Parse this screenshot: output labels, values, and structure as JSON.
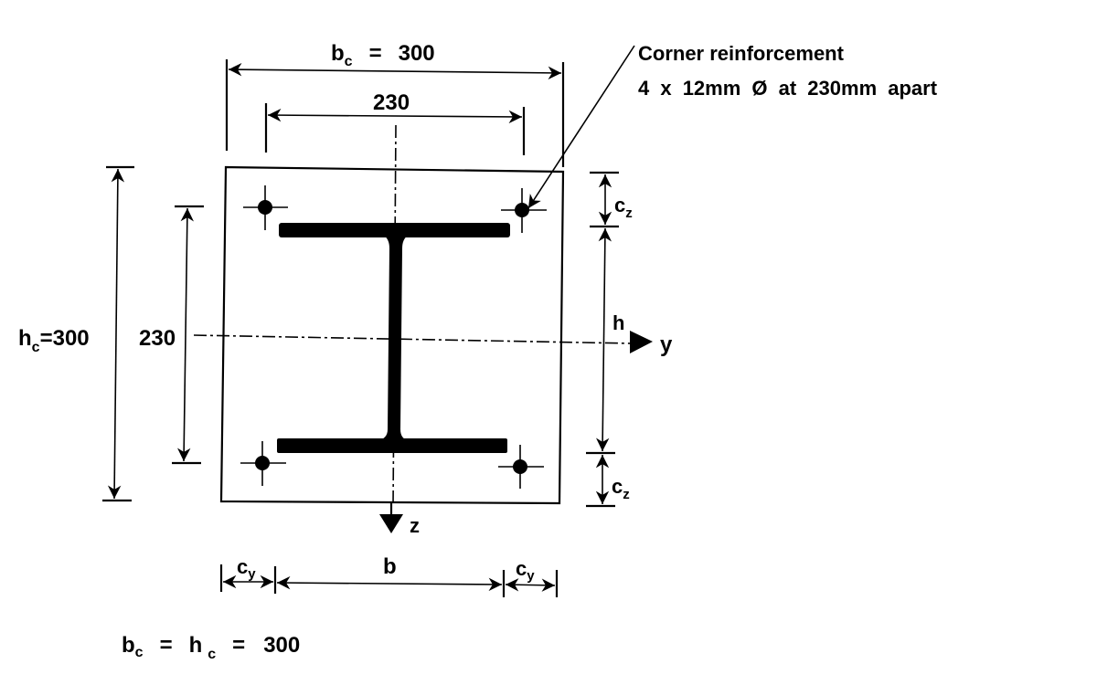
{
  "diagram": {
    "title_dimension": {
      "symbol": "b",
      "subscript": "c",
      "equals": "=",
      "value": "300"
    },
    "inner_width_dimension": "230",
    "height_dimension": {
      "symbol": "h",
      "subscript": "c",
      "equals": "=",
      "value": "300"
    },
    "inner_height_dimension": "230",
    "annotation": {
      "line1": "Corner reinforcement",
      "line2": "4 x 12mm Ø at 230mm apart"
    },
    "right_dims": {
      "cz_top": {
        "symbol": "c",
        "subscript": "z"
      },
      "h_label": "h",
      "cz_bottom": {
        "symbol": "c",
        "subscript": "z"
      }
    },
    "axes": {
      "y": "y",
      "z": "z"
    },
    "bottom_dims": {
      "cy_left": {
        "symbol": "c",
        "subscript": "y"
      },
      "b_label": "b",
      "cy_right": {
        "symbol": "c",
        "subscript": "y"
      }
    },
    "footer_equation": {
      "b": "b",
      "b_sub": "c",
      "eq1": "=",
      "h": "h",
      "h_sub": "c",
      "eq2": "=",
      "value": "300"
    },
    "colors": {
      "ink": "#000000",
      "background": "#ffffff"
    }
  }
}
